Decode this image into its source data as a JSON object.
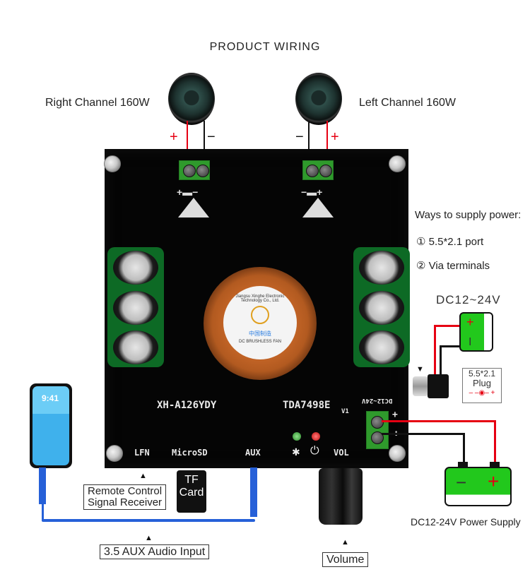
{
  "title": "PRODUCT WIRING",
  "channels": {
    "right": {
      "label": "Right Channel 160W",
      "plus": "+",
      "minus": "−"
    },
    "left": {
      "label": "Left Channel 160W",
      "plus": "+",
      "minus": "−"
    }
  },
  "board": {
    "speaker_symbol_left": "+▬−",
    "speaker_symbol_right": "−▬+",
    "model": "XH-A126YDY",
    "chip": "TDA7498E",
    "version": "V1",
    "dc_label": "DC12~24V",
    "dc_plus": "+",
    "dc_minus": ":",
    "ports": {
      "lfn": "LFN",
      "microsd": "MicroSD",
      "aux": "AUX",
      "vol": "VOL"
    },
    "bluetooth_icon": "✱",
    "power_icon": "⏻",
    "fan": {
      "company": "Jiangsu Xinghe Electronic Technology Co., Ltd.",
      "made_in": "中国制造",
      "type": "DC BRUSHLESS FAN"
    }
  },
  "power_info": {
    "heading": "Ways to supply power:",
    "options": [
      "① 5.5*2.1 port",
      "② Via terminals"
    ],
    "dc_range": "DC12~24V",
    "small_battery_plus": "+",
    "small_battery_minus": "I",
    "plug_size": "5.5*2.1",
    "plug_label": "Plug",
    "plug_polarity": "– –◉– +"
  },
  "phone": {
    "time": "9:41"
  },
  "labels": {
    "remote": [
      "Remote Control",
      "Signal Receiver"
    ],
    "tf_card": [
      "TF",
      "Card"
    ],
    "aux_input": "3.5 AUX Audio Input",
    "volume": "Volume",
    "power_supply": "DC12-24V Power Supply",
    "battery_minus": "−",
    "battery_plus": "+",
    "arrow": "▲",
    "arrow_down": "▼"
  }
}
